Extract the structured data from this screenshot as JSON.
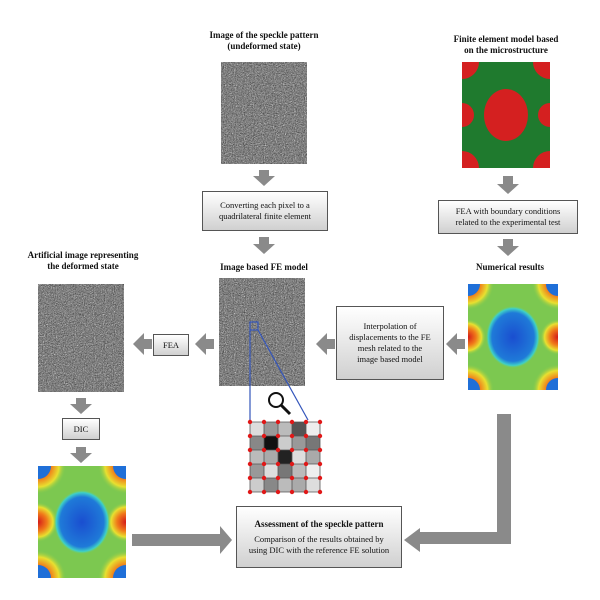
{
  "titles": {
    "speckle_undeformed": "Image of the speckle pattern\n(undeformed state)",
    "fe_microstructure": "Finite element model based\non the microstructure",
    "artificial_image": "Artificial image representing\nthe deformed state",
    "image_fe_model": "Image based FE model",
    "numerical_results": "Numerical results"
  },
  "boxes": {
    "converting": "Converting each pixel to a\nquadrilateral finite element",
    "fea_boundary": "FEA with boundary conditions\nrelated to the experimental test",
    "interpolation": "Interpolation of\ndisplacements to the FE\nmesh related to the\nimage based model",
    "fea": "FEA",
    "dic": "DIC",
    "assessment_title": "Assessment of the speckle pattern",
    "assessment_body": "Comparison of the results obtained by\nusing DIC with the reference FE solution"
  },
  "colors": {
    "arrow": "#8a8a8a",
    "fe_green": "#1f7a2e",
    "fe_red": "#d42020",
    "mesh_edge": "#3355bb",
    "node_red": "#e01818"
  },
  "icons": [
    "magnifier-icon"
  ]
}
